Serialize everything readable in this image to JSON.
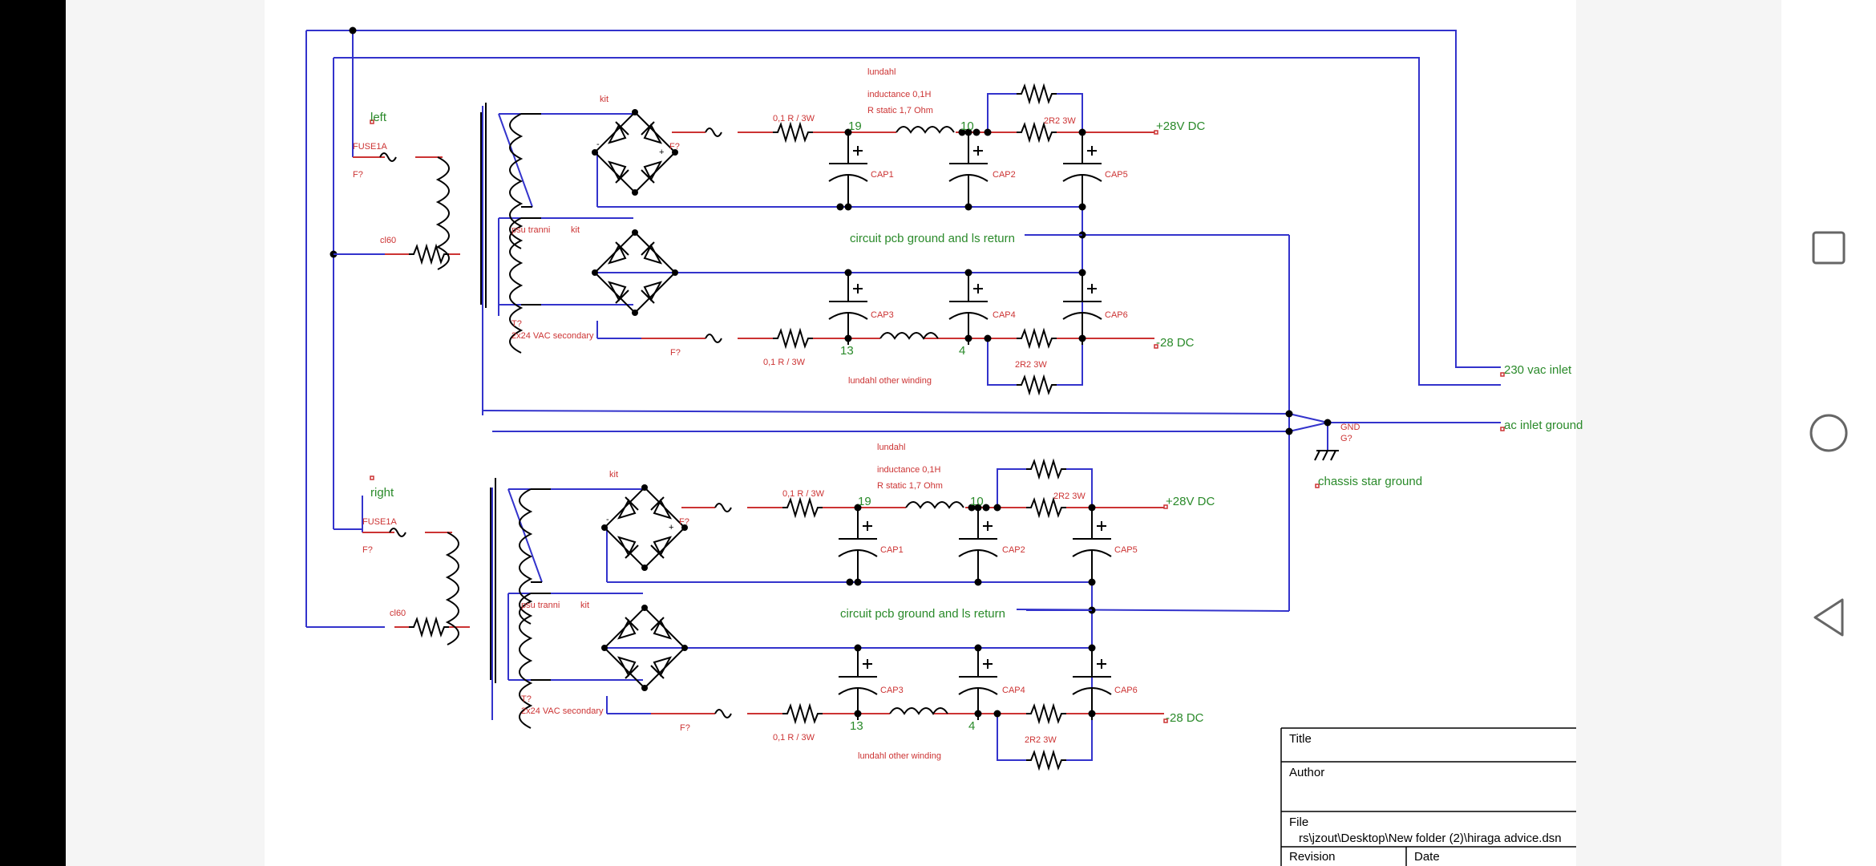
{
  "colors": {
    "wire": "#3333cc",
    "component": "#cc3333",
    "net_label": "#2a8a2a",
    "part_label": "#cc3333",
    "black": "#000000",
    "sheet": "#ffffff"
  },
  "schematic": {
    "left_channel": {
      "channel_label": "left",
      "fuse_label": "FUSE1A",
      "fuse_ref": "F?",
      "resistor_label": "cl60",
      "bridge_label_top": "kit",
      "bridge_label_bottom": "kit",
      "transformer_name": "psu tranni",
      "transformer_ref": "T?",
      "transformer_spec": "2x24 VAC secondary",
      "fuse_top_ref": "F?",
      "fuse_bottom_ref": "F?",
      "choke_brand": "lundahl",
      "choke_inductance": "inductance 0,1H",
      "choke_resistance": "R static 1,7 Ohm",
      "res_top_value": "0,1 R / 3W",
      "res_bottom_value": "0,1 R / 3W",
      "node_19": "19",
      "node_10": "10",
      "node_13": "13",
      "node_4": "4",
      "r2r2_top": "2R2 3W",
      "r2r2_bottom": "2R2 3W",
      "cap1": "CAP1",
      "cap2": "CAP2",
      "cap5": "CAP5",
      "cap3": "CAP3",
      "cap4": "CAP4",
      "cap6": "CAP6",
      "plus": "+",
      "minus": "-",
      "pos_rail": "+28V DC",
      "neg_rail": "-28 DC",
      "ground_label": "circuit pcb ground and ls return",
      "other_winding": "lundahl other winding"
    },
    "right_channel": {
      "channel_label": "right",
      "fuse_label": "FUSE1A",
      "fuse_ref": "F?",
      "resistor_label": "cl60",
      "bridge_label_top": "kit",
      "bridge_label_bottom": "kit",
      "transformer_name": "psu tranni",
      "transformer_ref": "T?",
      "transformer_spec": "2x24 VAC secondary",
      "fuse_top_ref": "F?",
      "fuse_bottom_ref": "F?",
      "choke_brand": "lundahl",
      "choke_inductance": "inductance 0,1H",
      "choke_resistance": "R static 1,7 Ohm",
      "res_top_value": "0,1 R / 3W",
      "res_bottom_value": "0,1 R / 3W",
      "node_19": "19",
      "node_10": "10",
      "node_13": "13",
      "node_4": "4",
      "r2r2_top": "2R2 3W",
      "r2r2_bottom": "2R2 3W",
      "cap1": "CAP1",
      "cap2": "CAP2",
      "cap5": "CAP5",
      "cap3": "CAP3",
      "cap4": "CAP4",
      "cap6": "CAP6",
      "plus": "+",
      "minus": "-",
      "pos_rail": "+28V DC",
      "neg_rail": "-28 DC",
      "ground_label": "circuit pcb ground and ls return",
      "other_winding": "lundahl other winding"
    },
    "inlet_label": "230 vac inlet",
    "ac_ground_label": "ac inlet ground",
    "gnd_label": "GND",
    "gnd_ref": "G?",
    "star_ground_label": "chassis star ground"
  },
  "title_block": {
    "title_label": "Title",
    "author_label": "Author",
    "file_label": "File",
    "file_value": "rs\\jzout\\Desktop\\New folder (2)\\hiraga advice.dsn",
    "revision_label": "Revision",
    "date_label": "Date"
  },
  "nav": {
    "recents": "square-icon",
    "home": "circle-icon",
    "back": "triangle-back-icon"
  }
}
